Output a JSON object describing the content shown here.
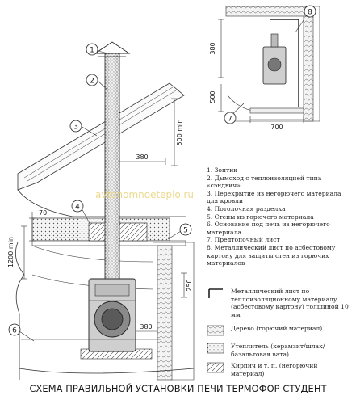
{
  "callouts": [
    "1",
    "2",
    "3",
    "4",
    "5",
    "6",
    "7",
    "8"
  ],
  "dimensions": {
    "d380_top": "380",
    "d500_min": "500 min",
    "d70": "70",
    "d1200_min": "1200 min",
    "d250": "250",
    "d380_bottom": "380",
    "inset_380": "380",
    "inset_500": "500",
    "inset_700": "700"
  },
  "legend": [
    "1. Зонтик",
    "2. Дымоход с теплоизоляцией типа «сэндвич»",
    "3. Перекрытие из негорючего материала для кровли",
    "4. Потолочная разделка",
    "5. Стены из горючего материала",
    "6. Основание под печь из негорючего материала",
    "7. Предтопочный лист",
    "8. Металлический лист по асбестовому картону для защиты стен из горючих материалов"
  ],
  "symbols": [
    {
      "label": "Металлический лист по теплоизоляционному материалу (асбестовому картону) толщиной 10 мм"
    },
    {
      "label": "Дерево (горючий материал)"
    },
    {
      "label": "Утеплитель (керамзит/шлак/ базальтовая вата)"
    },
    {
      "label": "Кирпич и т. п. (негорючий материал)"
    }
  ],
  "watermark": "avtonomnoeteplo.ru",
  "caption": "СХЕМА ПРАВИЛЬНОЙ УСТАНОВКИ ПЕЧИ ТЕРМОФОР СТУДЕНТ"
}
